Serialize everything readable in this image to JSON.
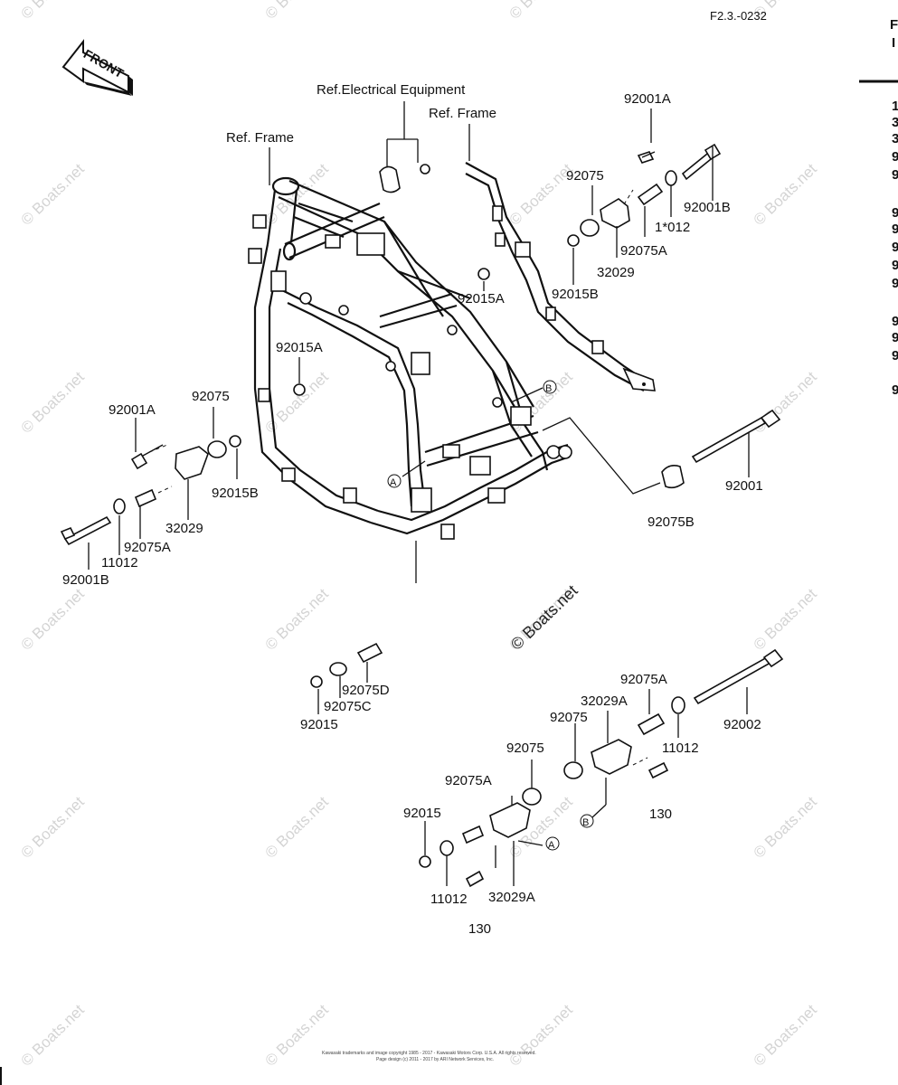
{
  "header": {
    "ref_code": "F2.3.-0232",
    "edge_chars": [
      "F",
      "I"
    ]
  },
  "front_arrow": {
    "label": "FRONT"
  },
  "refs": {
    "electrical": "Ref.Electrical Equipment",
    "frame_left": "Ref. Frame",
    "frame_right": "Ref. Frame"
  },
  "parts": {
    "p92001A_r": "92001A",
    "p92075_r": "92075",
    "p92001B_r": "92001B",
    "p11012_r": "1*012",
    "p92075A_r": "92075A",
    "p32029_r": "32029",
    "p92015A_r": "92015A",
    "p92015B_r": "92015B",
    "p92015A_l": "92015A",
    "p92001A_l": "92001A",
    "p92075_l": "92075",
    "p92015B_l": "92015B",
    "p32029_l": "32029",
    "p92075A_l": "92075A",
    "p11012_l": "11012",
    "p92001B_l": "92001B",
    "p92001": "92001",
    "p92075B": "92075B",
    "p92075D": "92075D",
    "p92075C": "92075C",
    "p92015_c": "92015",
    "p92075A_br": "92075A",
    "p32029A_br": "32029A",
    "p92075_br": "92075",
    "p92002": "92002",
    "p11012_br": "11012",
    "p130_br": "130",
    "p92075_b": "92075",
    "p92075A_b": "92075A",
    "p92015_b": "92015",
    "p11012_b": "11012",
    "p32029A_b": "32029A",
    "p130_b": "130",
    "callout_A1": "A",
    "callout_B1": "B",
    "callout_A2": "A",
    "callout_B2": "B"
  },
  "right_edge_digits": [
    "1",
    "3",
    "3",
    "9",
    "9",
    "9",
    "9",
    "9",
    "9",
    "9",
    "9",
    "9",
    "9",
    "9"
  ],
  "watermark": {
    "text": "© Boats.net",
    "center_text": "© Boats.net"
  },
  "footer": {
    "line1": "Kawasaki trademarks and image copyright 1985 - 2017 - Kawasaki Motors Corp. U.S.A. All rights reserved.",
    "line2": "Page design (c) 2011 - 2017 by ARI Network Services, Inc."
  }
}
